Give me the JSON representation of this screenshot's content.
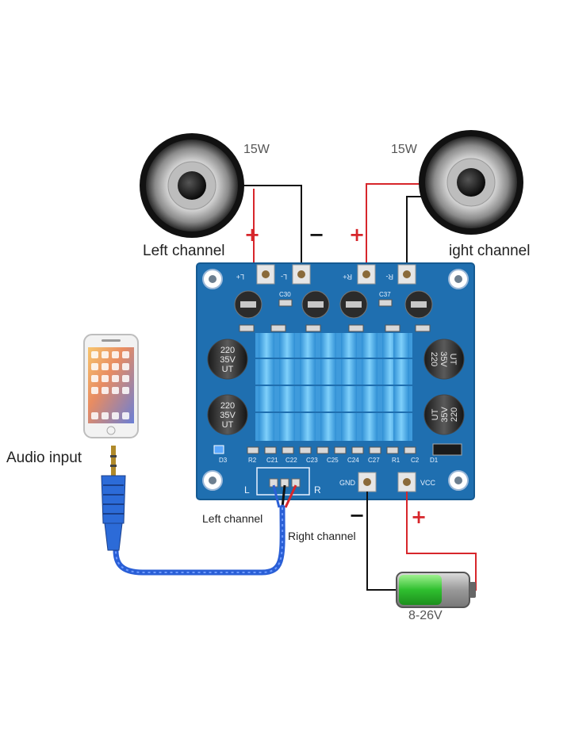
{
  "speakers": {
    "left": {
      "power": "15W"
    },
    "right": {
      "power": "15W"
    }
  },
  "labels": {
    "left_channel_top": "Left channel",
    "right_channel_top": "ight channel",
    "audio_input": "Audio input",
    "left_channel_bottom": "Left channel",
    "right_channel_bottom": "Right channel",
    "battery_voltage": "8-26V"
  },
  "polarity": {
    "plus": "+",
    "minus": "−"
  },
  "board": {
    "pins_top": [
      "L+",
      "L-",
      "R+",
      "R-"
    ],
    "input_L": "L",
    "input_R": "R",
    "gnd": "GND",
    "vcc": "VCC",
    "cap_text": [
      "220",
      "35V",
      "UT"
    ],
    "silkscreen": [
      "D3",
      "R2",
      "C21",
      "C22",
      "C23",
      "C25",
      "C24",
      "C27",
      "R1",
      "C2",
      "D1",
      "C30",
      "C37"
    ]
  },
  "colors": {
    "board": "#1f6fb0",
    "heatsink": "#57b3ea",
    "wire_red": "#d7262b",
    "wire_black": "#111111",
    "cable_blue": "#2a5fd6",
    "battery_green": "#3cc23c"
  }
}
